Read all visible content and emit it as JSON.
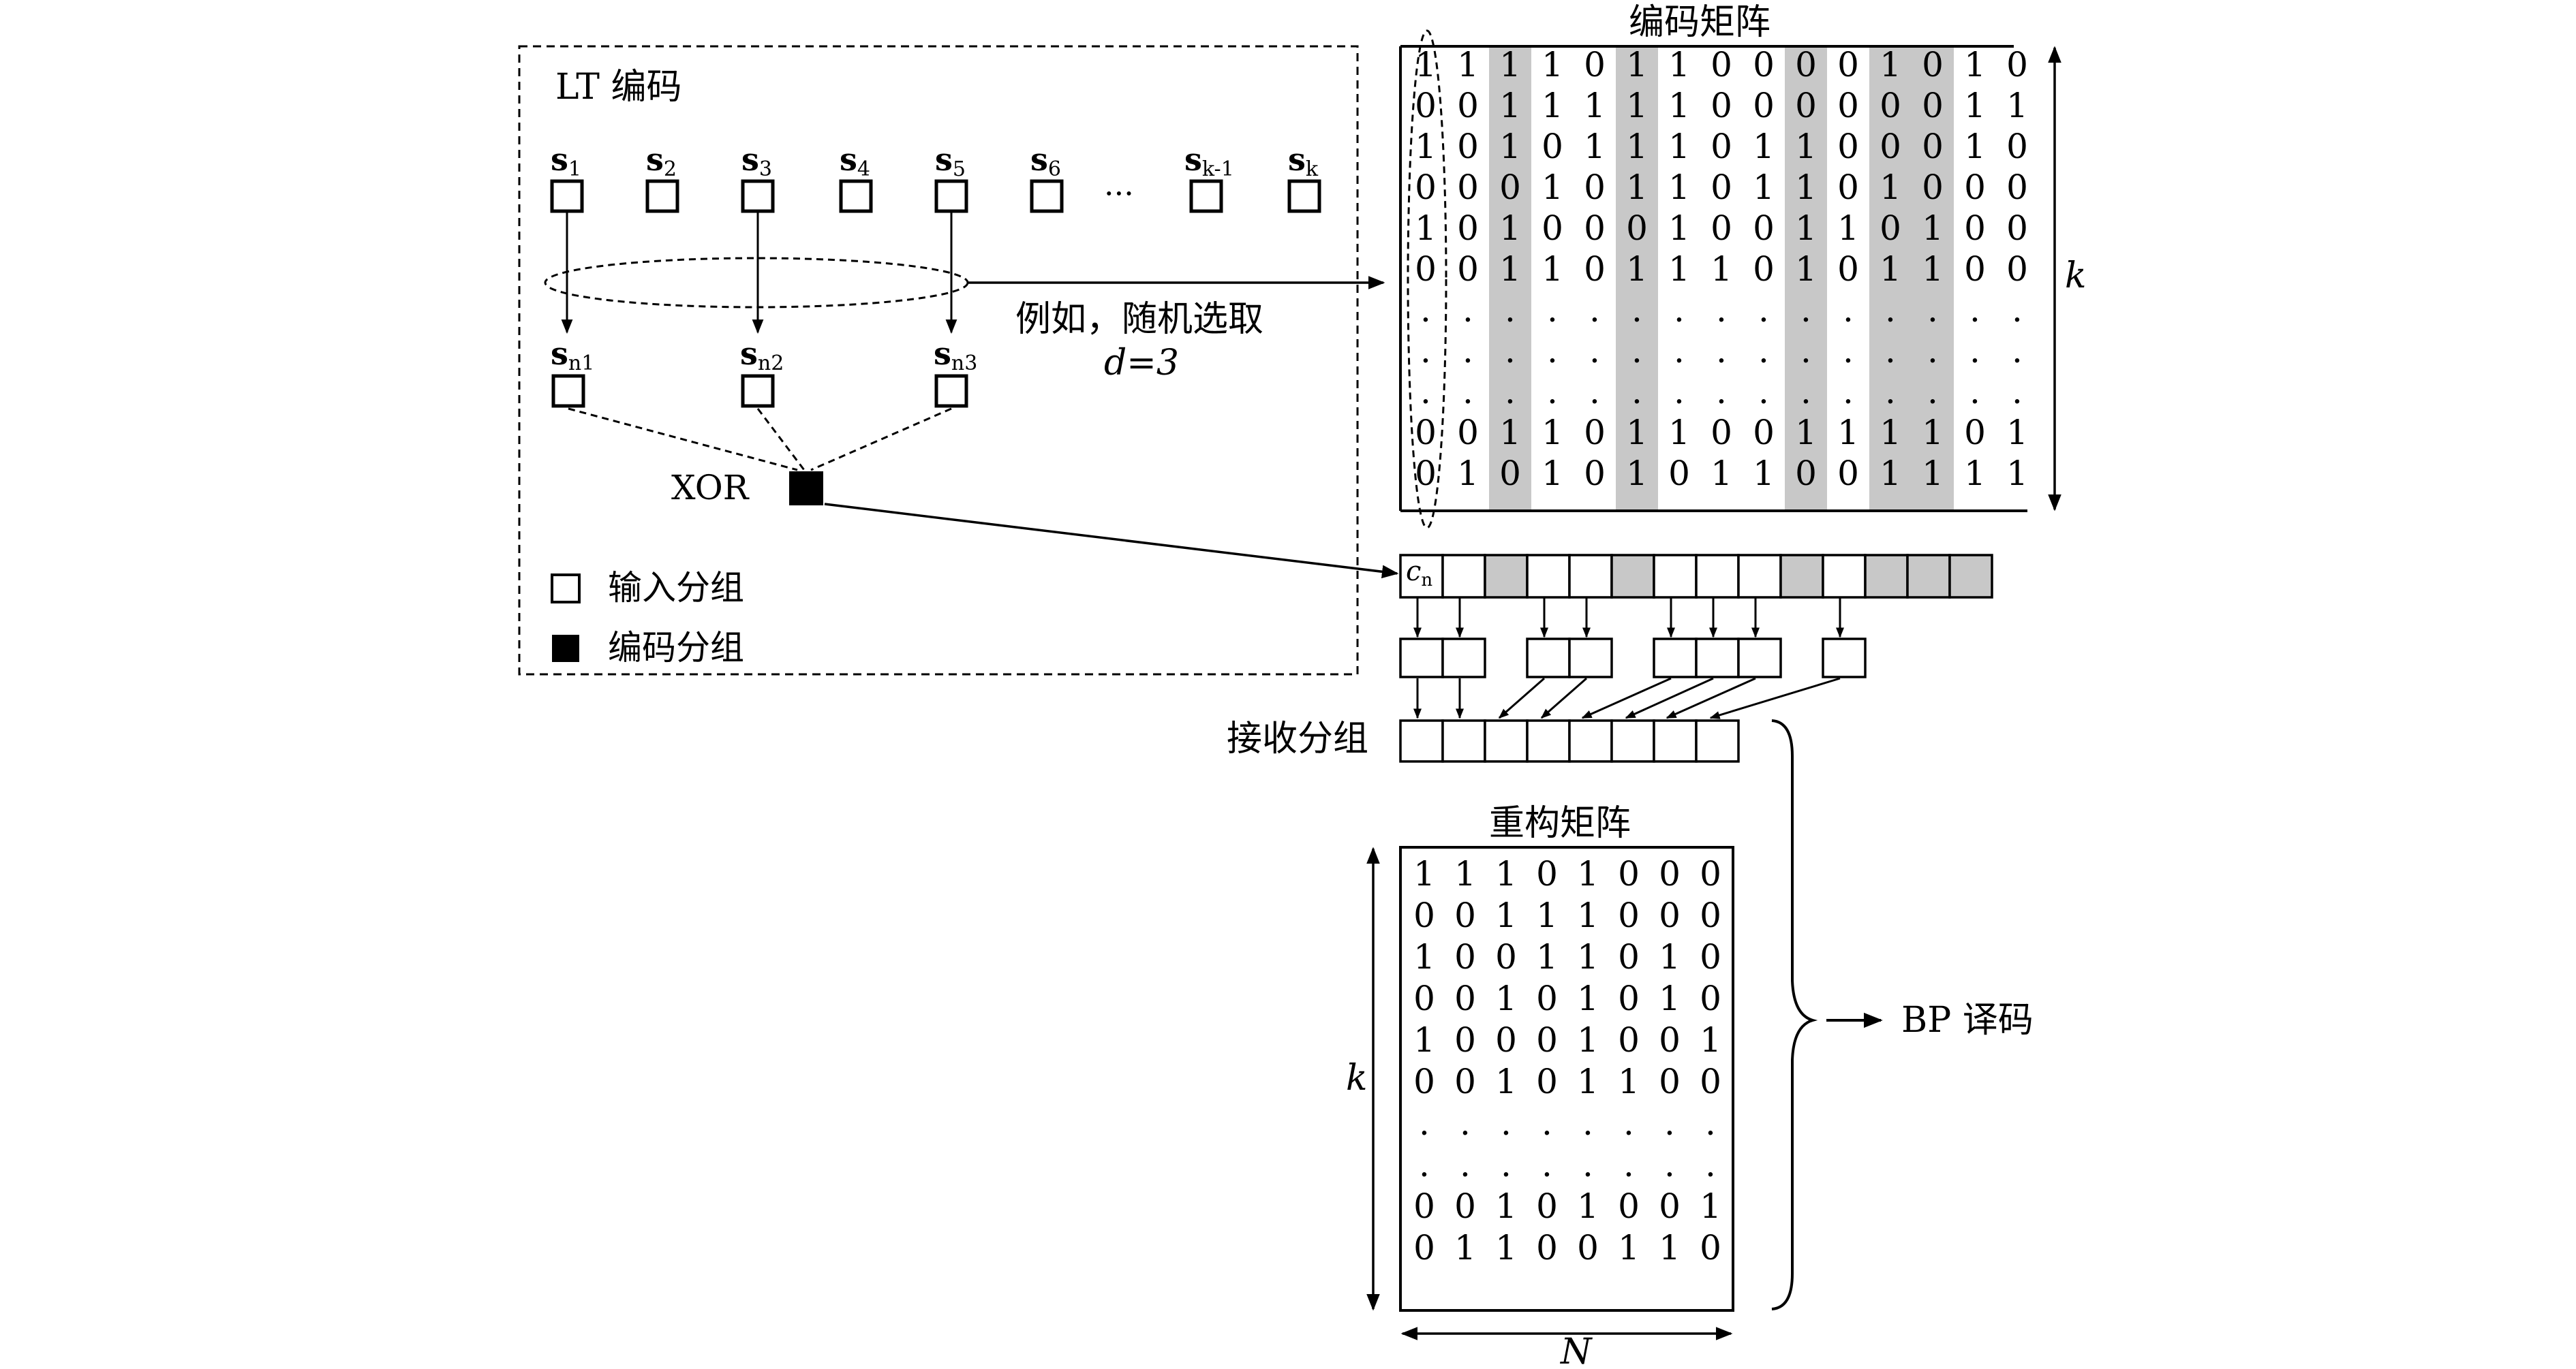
{
  "lt_panel": {
    "title": "LT 编码",
    "symbols": [
      "s1",
      "s2",
      "s3",
      "s4",
      "s5",
      "s6",
      "sk-1",
      "sk"
    ],
    "ellipsis": "···",
    "selected": [
      "sn1",
      "sn2",
      "sn3"
    ],
    "xor_label": "XOR",
    "legend_input": "输入分组",
    "legend_encoded": "编码分组"
  },
  "selection_note": {
    "line1": "例如，随机选取",
    "line2": "d=3"
  },
  "encoding_matrix": {
    "title": "编码矩阵",
    "side_label": "k",
    "rows": [
      "1 1 1 1 0 1 1 0 0 0 0 1 0 1 0",
      "0 0 1 1 1 1 1 0 0 0 0 0 0 1 1",
      "1 0 1 0 1 1 1 0 1 1 0 0 0 1 0",
      "0 0 0 1 0 1 1 0 1 1 0 1 0 0 0",
      "1 0 1 0 0 0 1 0 0 1 1 0 1 0 0",
      "0 0 1 1 0 1 1 1 0 1 0 1 1 0 0",
      ". . . . . . . . . . . . . . .",
      ". . . . . . . . . . . . . . .",
      ". . . . . . . . . . . . . . .",
      "0 0 1 1 0 1 1 0 0 1 1 1 1 0 1",
      "0 1 0 1 0 1 0 1 1 0 0 1 1 1 1"
    ],
    "shaded_columns": [
      2,
      5,
      9,
      11,
      12
    ]
  },
  "encoded_row": {
    "first_label": "cn",
    "shaded": [
      false,
      false,
      true,
      false,
      false,
      true,
      false,
      false,
      false,
      true,
      false,
      true,
      true,
      true
    ]
  },
  "received": {
    "label": "接收分组"
  },
  "reconstruction_matrix": {
    "title": "重构矩阵",
    "side_label": "k",
    "bottom_label": "N",
    "rows": [
      "1 1 1 0 1 0 0 0",
      "0 0 1 1 1 0 0 0",
      "1 0 0 1 1 0 1 0",
      "0 0 1 0 1 0 1 0",
      "1 0 0 0 1 0 0 1",
      "0 0 1 0 1 1 0 0",
      ". . . . . . . .",
      ". . . . . . . .",
      "0 0 1 0 1 0 0 1",
      "0 1 1 0 0 1 1 0"
    ]
  },
  "decoder": {
    "label": "BP 译码"
  }
}
